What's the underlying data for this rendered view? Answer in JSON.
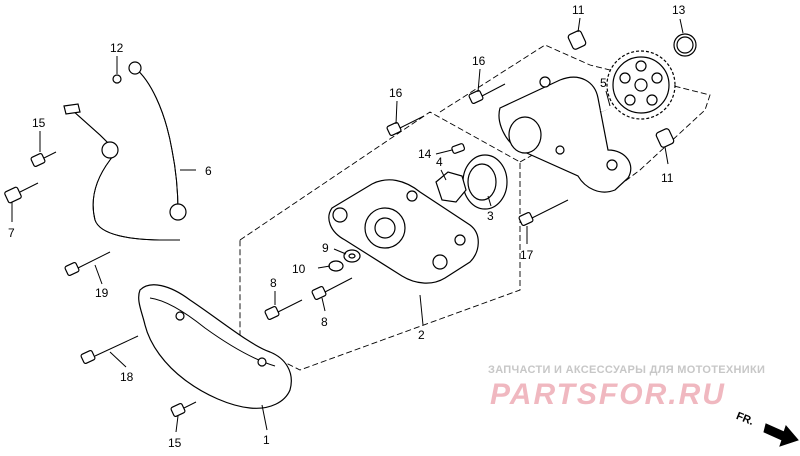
{
  "callouts": {
    "c1": "1",
    "c2": "2",
    "c3": "3",
    "c4": "4",
    "c5": "5",
    "c6": "6",
    "c7": "7",
    "c8a": "8",
    "c8b": "8",
    "c9": "9",
    "c10": "10",
    "c11a": "11",
    "c11b": "11",
    "c12": "12",
    "c13": "13",
    "c14": "14",
    "c15a": "15",
    "c15b": "15",
    "c16a": "16",
    "c16b": "16",
    "c17": "17",
    "c18": "18",
    "c19": "19"
  },
  "watermark": {
    "tagline": "ЗАПЧАСТИ И АКСЕССУАРЫ ДЛЯ МОТОТЕХНИКИ",
    "logo": "PARTSFOR.RU"
  },
  "direction": {
    "label": "FR."
  },
  "colors": {
    "line": "#000000",
    "background": "#ffffff",
    "watermark_logo": "#f0b8c0",
    "watermark_text": "#c7c7c7"
  }
}
